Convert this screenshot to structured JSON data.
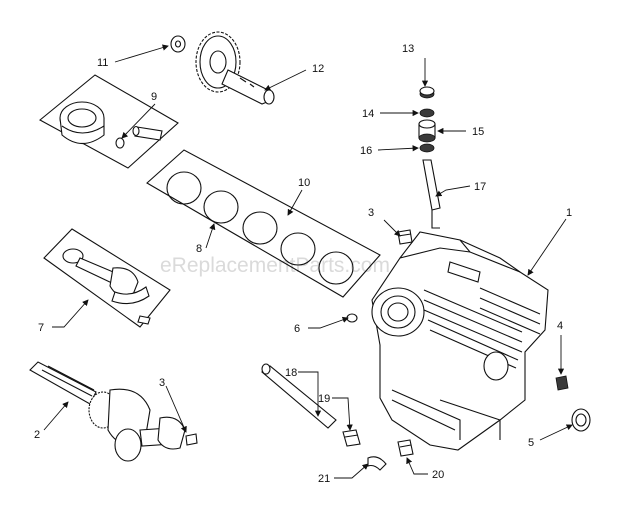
{
  "watermark": "eReplacementParts.com",
  "callouts": {
    "c1": "1",
    "c2": "2",
    "c3a": "3",
    "c3b": "3",
    "c4": "4",
    "c5": "5",
    "c6": "6",
    "c7": "7",
    "c8": "8",
    "c9": "9",
    "c10": "10",
    "c11": "11",
    "c12": "12",
    "c13": "13",
    "c14": "14",
    "c15": "15",
    "c16": "16",
    "c17": "17",
    "c18": "18",
    "c19": "19",
    "c20": "20",
    "c21": "21"
  }
}
